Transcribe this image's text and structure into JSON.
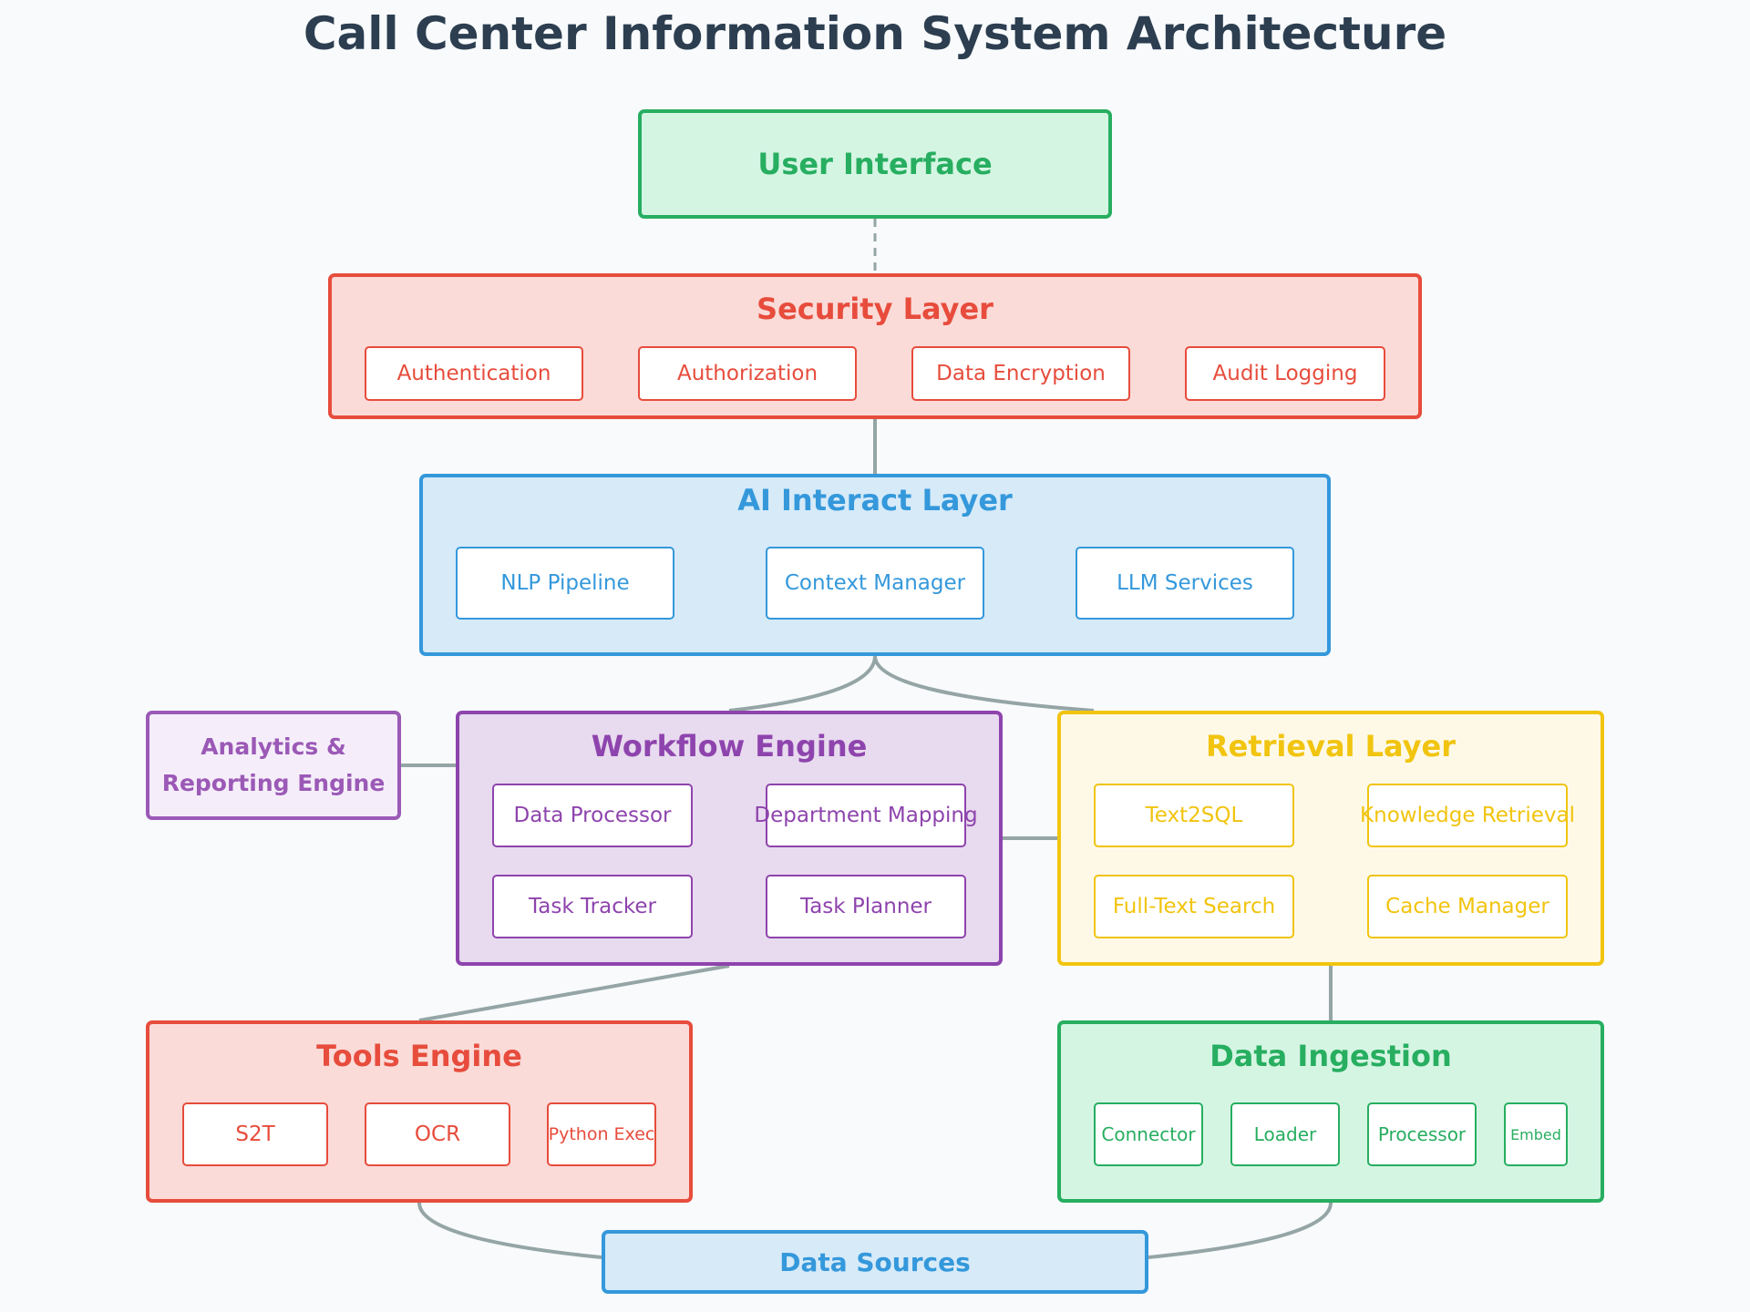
{
  "title": "Call Center Information System Architecture",
  "nodes": {
    "user_interface": {
      "title": "User Interface"
    },
    "security": {
      "title": "Security Layer",
      "items": [
        "Authentication",
        "Authorization",
        "Data Encryption",
        "Audit Logging"
      ]
    },
    "ai_interact": {
      "title": "AI Interact Layer",
      "items": [
        "NLP Pipeline",
        "Context Manager",
        "LLM Services"
      ]
    },
    "analytics": {
      "title_line1": "Analytics &",
      "title_line2": "Reporting Engine"
    },
    "workflow": {
      "title": "Workflow Engine",
      "items": [
        "Data Processor",
        "Department Mapping",
        "Task Tracker",
        "Task Planner"
      ]
    },
    "retrieval": {
      "title": "Retrieval Layer",
      "items": [
        "Text2SQL",
        "Knowledge Retrieval",
        "Full-Text Search",
        "Cache Manager"
      ]
    },
    "tools": {
      "title": "Tools Engine",
      "items": [
        "S2T",
        "OCR",
        "Python Exec"
      ]
    },
    "ingestion": {
      "title": "Data Ingestion",
      "items": [
        "Connector",
        "Loader",
        "Processor",
        "Embed"
      ]
    },
    "data_sources": {
      "title": "Data Sources"
    }
  },
  "colors": {
    "green": "#27ae60",
    "red": "#e74c3c",
    "blue": "#3498db",
    "purple": "#8e44ad",
    "light_purple": "#9b59b6",
    "yellow": "#f1c40f",
    "connector": "#95a5a6",
    "title": "#2c3e50"
  }
}
